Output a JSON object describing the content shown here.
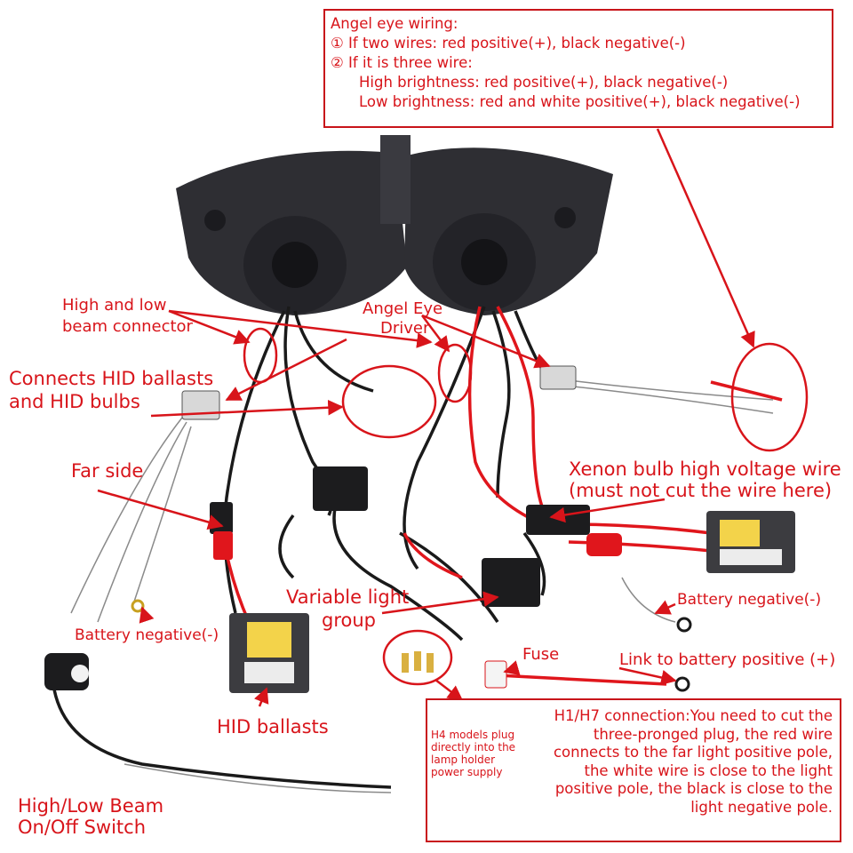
{
  "colors": {
    "annotation": "#d8141a",
    "wire_red": "#e0161c",
    "wire_black": "#1a1a1a",
    "housing": "#2e2e33",
    "ballast_silver": "#3c3c40",
    "label_yellow": "#f3d34a",
    "switch_blue": "#2a3bb5"
  },
  "angel_box": {
    "title": "Angel eye wiring:",
    "line1": "① If two wires: red positive(+), black negative(-)",
    "line2": "② If it is three wire:",
    "line3": "High brightness: red positive(+), black negative(-)",
    "line4": "Low brightness: red and white positive(+), black negative(-)"
  },
  "labels": {
    "high_low_connector_1": "High and low",
    "high_low_connector_2": "beam connector",
    "angel_driver_1": "Angel Eye",
    "angel_driver_2": "Driver",
    "connects_hid_1": "Connects HID ballasts",
    "connects_hid_2": "and HID bulbs",
    "far_side": "Far side",
    "xenon_1": "Xenon bulb high voltage wire",
    "xenon_2": "(must not cut the wire here)",
    "variable_1": "Variable light",
    "variable_2": "group",
    "battery_negative_right": "Battery negative(-)",
    "battery_negative_left": "Battery negative(-)",
    "fuse": "Fuse",
    "battery_positive": "Link to battery positive (+)",
    "hid_ballasts": "HID ballasts",
    "switch_1": "High/Low Beam",
    "switch_2": "On/Off Switch"
  },
  "h1_box": {
    "text": "H1/H7 connection:You need to cut the three-pronged plug, the red wire connects to the far light positive pole, the white wire is close to the light positive pole, the black is close to the light negative pole.",
    "h4_text": "H4 models plug directly into the lamp holder power supply"
  }
}
